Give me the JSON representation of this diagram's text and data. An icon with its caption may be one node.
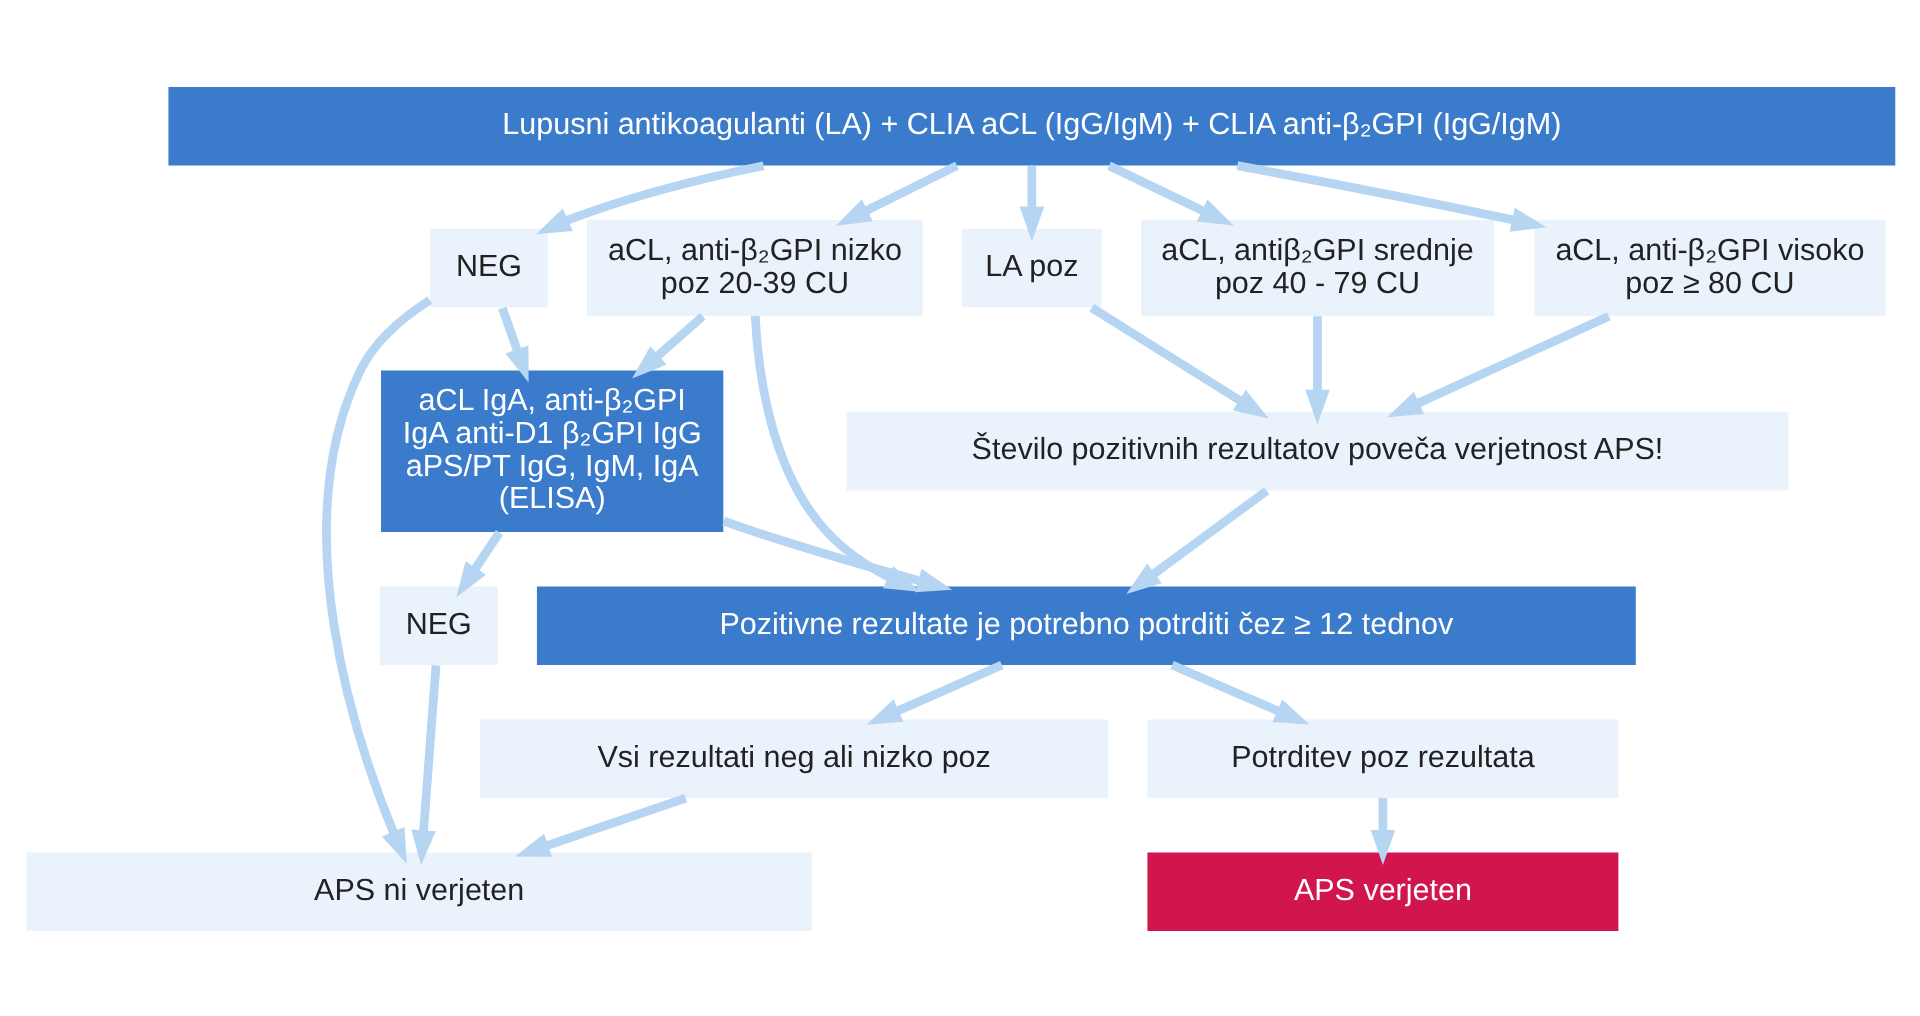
{
  "diagram": {
    "nodes": [
      {
        "text": [
          "Lupusni antikoagulanti (LA) + CLIA aCL (IgG/IgM) + CLIA anti-β₂GPI (IgG/IgM)"
        ]
      },
      {
        "text": [
          "NEG"
        ]
      },
      {
        "text": [
          "aCL, anti-β₂GPI nizko poz 20-39 CU"
        ]
      },
      {
        "text": [
          "LA poz"
        ]
      },
      {
        "text": [
          "aCL, antiβ₂GPI srednje poz 40 - 79 CU"
        ]
      },
      {
        "text": [
          "aCL, anti-β₂GPI visoko poz ≥ 80 CU"
        ]
      },
      {
        "text": [
          "aCL IgA, anti-β₂GPI IgA anti-D1 β₂GPI IgG aPS/PT IgG, IgM, IgA (ELISA)"
        ]
      },
      {
        "text": [
          "Število pozitivnih rezultatov poveča verjetnost APS!"
        ]
      },
      {
        "text": [
          "NEG"
        ]
      },
      {
        "text": [
          "Pozitivne rezultate je potrebno potrditi čez ≥ 12 tednov"
        ]
      },
      {
        "text": [
          "Vsi rezultati neg ali nizko poz"
        ]
      },
      {
        "text": [
          "Potrditev poz rezultata"
        ]
      },
      {
        "text": [
          "APS ni verjeten"
        ]
      },
      {
        "text": [
          "APS verjeten"
        ]
      }
    ],
    "edges": [
      {
        "from": 0,
        "to": 1,
        "arrow": "to"
      },
      {
        "from": 0,
        "to": 2,
        "arrow": "to"
      },
      {
        "from": 0,
        "to": 3,
        "arrow": "to"
      },
      {
        "from": 0,
        "to": 4,
        "arrow": "to"
      },
      {
        "from": 0,
        "to": 5,
        "arrow": "to"
      },
      {
        "from": 1,
        "to": 6,
        "arrow": "to"
      },
      {
        "from": 1,
        "to": 12,
        "arrow": "to"
      },
      {
        "from": 2,
        "to": 6,
        "arrow": "to"
      },
      {
        "from": 2,
        "to": 9,
        "arrow": "to"
      },
      {
        "from": 3,
        "to": 7,
        "arrow": "to"
      },
      {
        "from": 4,
        "to": 7,
        "arrow": "to"
      },
      {
        "from": 5,
        "to": 7,
        "arrow": "to"
      },
      {
        "from": 6,
        "to": 8,
        "arrow": "to"
      },
      {
        "from": 6,
        "to": 9,
        "arrow": "to"
      },
      {
        "from": 7,
        "to": 9,
        "arrow": "to"
      },
      {
        "from": 8,
        "to": 12,
        "arrow": "to"
      },
      {
        "from": 9,
        "to": 10,
        "arrow": "to"
      },
      {
        "from": 9,
        "to": 11,
        "arrow": "to"
      },
      {
        "from": 10,
        "to": 12,
        "arrow": "to"
      },
      {
        "from": 11,
        "to": 13,
        "arrow": "to"
      }
    ]
  }
}
